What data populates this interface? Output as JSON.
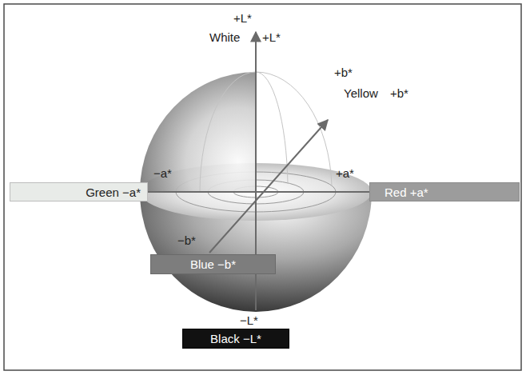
{
  "diagram": {
    "nodes": [
      {
        "text": [
          "Green −a*"
        ]
      },
      {
        "text": [
          "Red +a*"
        ]
      },
      {
        "text": [
          "Blue −b*"
        ]
      },
      {
        "text": [
          "Black −L*"
        ]
      }
    ],
    "labels": [
      "+L*",
      "White",
      "+L*",
      "+b*",
      "Yellow",
      "+b*",
      "−a*",
      "+a*",
      "−b*",
      "−L*"
    ]
  }
}
